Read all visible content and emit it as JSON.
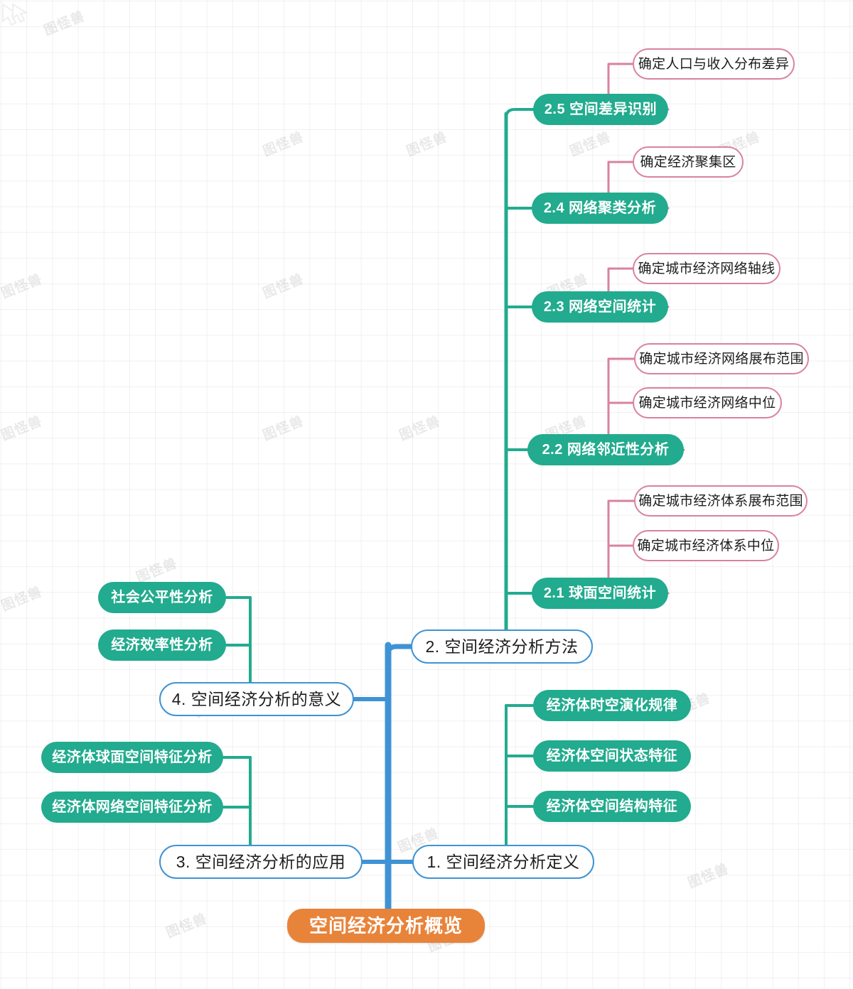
{
  "diagram": {
    "type": "mindmap",
    "title": "空间经济分析概览",
    "colors": {
      "root": "#e8833a",
      "level1_border": "#3f93d4",
      "level2_fill": "#22ab8e",
      "level3_border": "#d9829e",
      "background": "#ffffff",
      "grid": "#eaeaea"
    },
    "watermark": "图怪兽"
  },
  "root": {
    "label": "空间经济分析概览"
  },
  "branches": [
    {
      "id": "b1",
      "label": "1. 空间经济分析定义",
      "children": [
        {
          "label": "经济体时空演化规律"
        },
        {
          "label": "经济体空间状态特征"
        },
        {
          "label": "经济体空间结构特征"
        }
      ]
    },
    {
      "id": "b2",
      "label": "2. 空间经济分析方法",
      "children": [
        {
          "label": "2.1 球面空间统计",
          "children": [
            {
              "label": "确定城市经济体系展布范围"
            },
            {
              "label": "确定城市经济体系中位"
            }
          ]
        },
        {
          "label": "2.2 网络邻近性分析",
          "children": [
            {
              "label": "确定城市经济网络展布范围"
            },
            {
              "label": "确定城市经济网络中位"
            }
          ]
        },
        {
          "label": "2.3 网络空间统计",
          "children": [
            {
              "label": "确定城市经济网络轴线"
            }
          ]
        },
        {
          "label": "2.4 网络聚类分析",
          "children": [
            {
              "label": "确定经济聚集区"
            }
          ]
        },
        {
          "label": "2.5 空间差异识别",
          "children": [
            {
              "label": "确定人口与收入分布差异"
            }
          ]
        }
      ]
    },
    {
      "id": "b3",
      "label": "3. 空间经济分析的应用",
      "children": [
        {
          "label": "经济体球面空间特征分析"
        },
        {
          "label": "经济体网络空间特征分析"
        }
      ]
    },
    {
      "id": "b4",
      "label": "4. 空间经济分析的意义",
      "children": [
        {
          "label": "社会公平性分析"
        },
        {
          "label": "经济效率性分析"
        }
      ]
    }
  ],
  "nodes": {
    "root": "空间经济分析概览",
    "b1": "1. 空间经济分析定义",
    "b2": "2. 空间经济分析方法",
    "b3": "3. 空间经济分析的应用",
    "b4": "4. 空间经济分析的意义",
    "b1c1": "经济体时空演化规律",
    "b1c2": "经济体空间状态特征",
    "b1c3": "经济体空间结构特征",
    "b2c1": "2.1 球面空间统计",
    "b2c2": "2.2 网络邻近性分析",
    "b2c3": "2.3 网络空间统计",
    "b2c4": "2.4 网络聚类分析",
    "b2c5": "2.5 空间差异识别",
    "b2c1g1": "确定城市经济体系展布范围",
    "b2c1g2": "确定城市经济体系中位",
    "b2c2g1": "确定城市经济网络展布范围",
    "b2c2g2": "确定城市经济网络中位",
    "b2c3g1": "确定城市经济网络轴线",
    "b2c4g1": "确定经济聚集区",
    "b2c5g1": "确定人口与收入分布差异",
    "b3c1": "经济体球面空间特征分析",
    "b3c2": "经济体网络空间特征分析",
    "b4c1": "社会公平性分析",
    "b4c2": "经济效率性分析"
  }
}
